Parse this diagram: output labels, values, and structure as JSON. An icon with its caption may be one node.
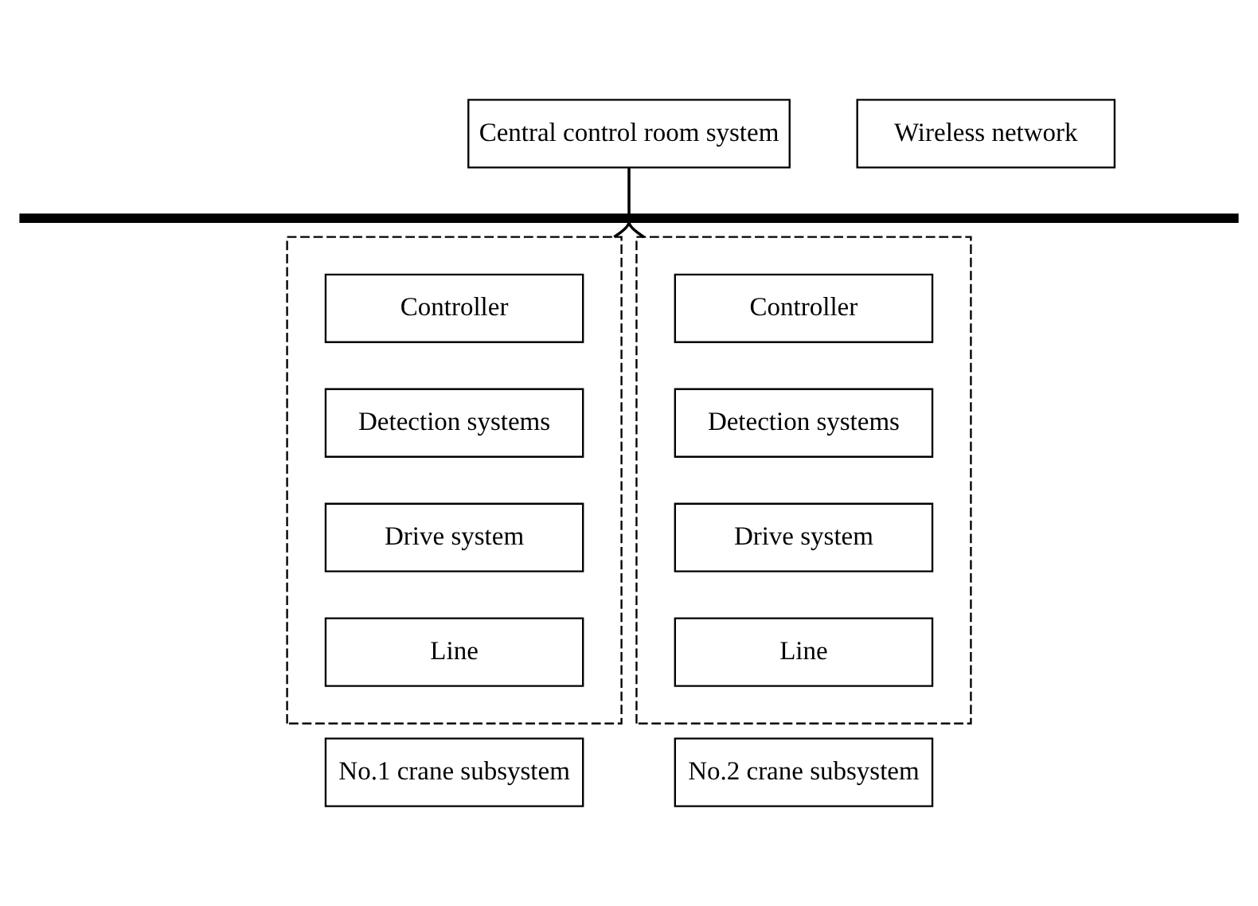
{
  "diagram": {
    "nodes": [
      {
        "text": [
          "Central control room system"
        ]
      },
      {
        "text": [
          "Wireless network"
        ]
      },
      {
        "text": [],
        "shape": "bar"
      },
      {
        "text": [],
        "shape": "box"
      },
      {
        "text": [
          "Controller"
        ],
        "in": 3
      },
      {
        "text": [
          "Detection systems"
        ],
        "in": 3
      },
      {
        "text": [
          "Drive system"
        ],
        "in": 3
      },
      {
        "text": [
          "Line"
        ],
        "in": 3
      },
      {
        "text": [],
        "shape": "box"
      },
      {
        "text": [
          "Controller"
        ],
        "in": 8
      },
      {
        "text": [
          "Detection systems"
        ],
        "in": 8
      },
      {
        "text": [
          "Drive system"
        ],
        "in": 8
      },
      {
        "text": [
          "Line"
        ],
        "in": 8
      },
      {
        "text": [
          "No.1 crane subsystem"
        ]
      },
      {
        "text": [
          "No.2 crane subsystem"
        ]
      }
    ],
    "edges": [
      {
        "from": 0,
        "to": 2,
        "arrow": "none"
      },
      {
        "from": 2,
        "to": 3,
        "arrow": "none"
      },
      {
        "from": 2,
        "to": 8,
        "arrow": "none"
      }
    ]
  }
}
